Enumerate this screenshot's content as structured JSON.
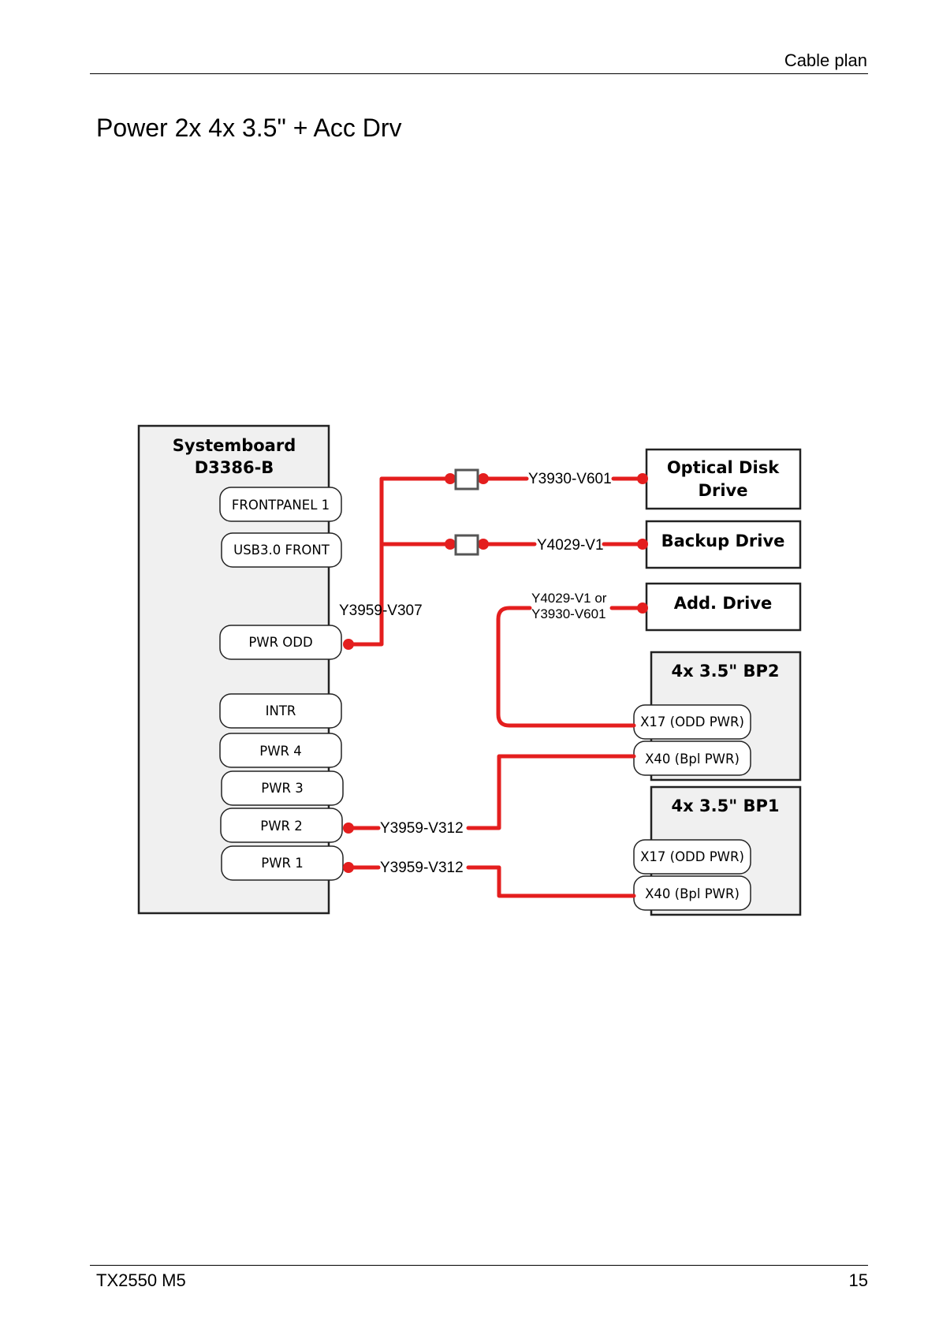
{
  "header": {
    "section": "Cable plan"
  },
  "page": {
    "title": "Power 2x 4x 3.5\" + Acc Drv"
  },
  "footer": {
    "model": "TX2550 M5",
    "page_number": "15"
  },
  "colors": {
    "cable": "#e41e1e",
    "box_fill": "#f0f0f0",
    "box_border": "#222222",
    "connector_border": "#555555"
  },
  "diagram": {
    "systemboard": {
      "title_line1": "Systemboard",
      "title_line2": "D3386-B",
      "ports": {
        "frontpanel1": "FRONTPANEL 1",
        "usb30front": "USB3.0 FRONT",
        "pwr_odd": "PWR ODD",
        "intr": "INTR",
        "pwr4": "PWR 4",
        "pwr3": "PWR 3",
        "pwr2": "PWR 2",
        "pwr1": "PWR 1"
      }
    },
    "devices": {
      "optical_line1": "Optical Disk",
      "optical_line2": "Drive",
      "backup": "Backup Drive",
      "add": "Add. Drive"
    },
    "backplanes": {
      "bp2": {
        "title": "4x 3.5\" BP2",
        "x17": "X17 (ODD PWR)",
        "x40": "X40 (Bpl PWR)"
      },
      "bp1": {
        "title": "4x 3.5\" BP1",
        "x17": "X17 (ODD PWR)",
        "x40": "X40 (Bpl PWR)"
      }
    },
    "cables": {
      "odd_main": "Y3959-V307",
      "optical": "Y3930-V601",
      "backup": "Y4029-V1",
      "add_line1": "Y4029-V1 or",
      "add_line2": "Y3930-V601",
      "pwr2": "Y3959-V312",
      "pwr1": "Y3959-V312"
    }
  }
}
